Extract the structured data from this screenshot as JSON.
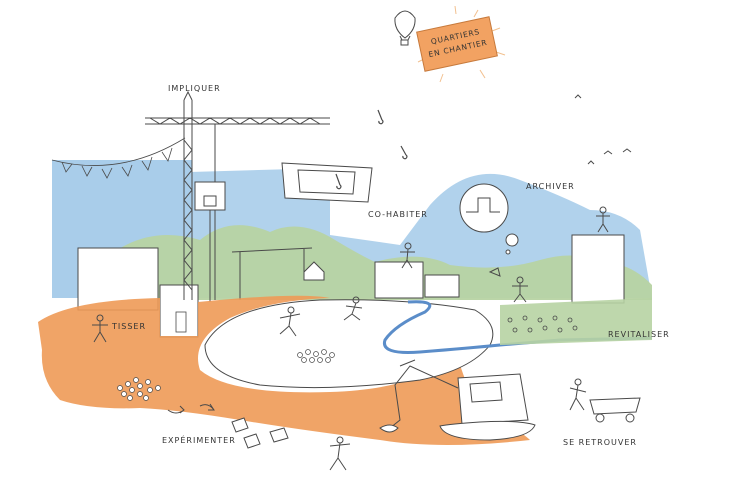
{
  "banner": {
    "line1": "QUARTIERS",
    "line2": "EN CHANTIER"
  },
  "labels": {
    "impliquer": "IMPLIQUER",
    "cohabiter": "CO-HABITER",
    "archiver": "ARCHIVER",
    "tisser": "TISSER",
    "revitaliser": "REVITALISER",
    "experimenter": "EXPÉRIMENTER",
    "se_retrouver": "SE RETROUVER"
  },
  "colors": {
    "sky": "#a9cdea",
    "green": "#b7d3a3",
    "ground": "#ee9a57",
    "banner": "#f2a262",
    "line": "#4a4a4a"
  }
}
